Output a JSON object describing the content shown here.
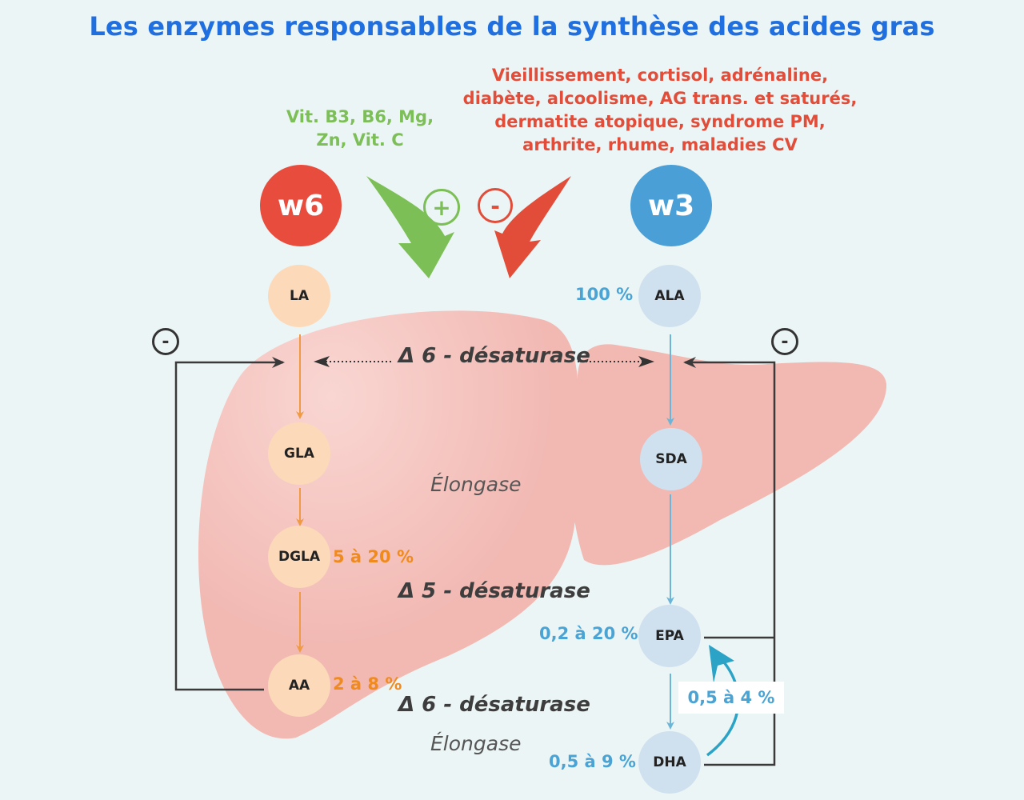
{
  "title": "Les enzymes responsables de la synthèse des acides gras",
  "positive_factors": [
    "Vit. B3, B6, Mg,",
    "Zn, Vit. C"
  ],
  "negative_factors": [
    "Vieillissement, cortisol, adrénaline,",
    "diabète, alcoolisme, AG trans. et saturés,",
    "dermatite atopique, syndrome PM,",
    "arthrite, rhume, maladies CV"
  ],
  "plus_sign": "+",
  "minus_sign": "-",
  "w6": {
    "label": "w6",
    "color": "#e84c3d",
    "nodes": [
      "LA",
      "GLA",
      "DGLA",
      "AA"
    ],
    "percentages": {
      "DGLA": "5 à 20 %",
      "AA": "2 à 8 %"
    }
  },
  "w3": {
    "label": "w3",
    "color": "#4a9fd6",
    "nodes": [
      "ALA",
      "SDA",
      "EPA",
      "DHA"
    ],
    "percentages": {
      "ALA": "100 %",
      "EPA": "0,2 à 20 %",
      "DHA": "0,5 à 9 %",
      "DHA_to_EPA": "0,5 à 4 %"
    }
  },
  "enzymes": {
    "delta6_top": "Δ 6 - désaturase",
    "elongase_1": "Élongase",
    "delta5": "Δ 5 - désaturase",
    "delta6_bottom": "Δ 6 - désaturase",
    "elongase_2": "Élongase"
  },
  "feedback_sign": "-",
  "colors": {
    "liver": "#f2b8b2",
    "positive": "#7cbf56",
    "negative": "#e24d3a",
    "w6_arrow": "#ef9a45",
    "w3_arrow": "#6cb5d6",
    "feedback": "#3a3a3a",
    "retro_arrow": "#2aa3c7",
    "title": "#1f6fe0"
  }
}
